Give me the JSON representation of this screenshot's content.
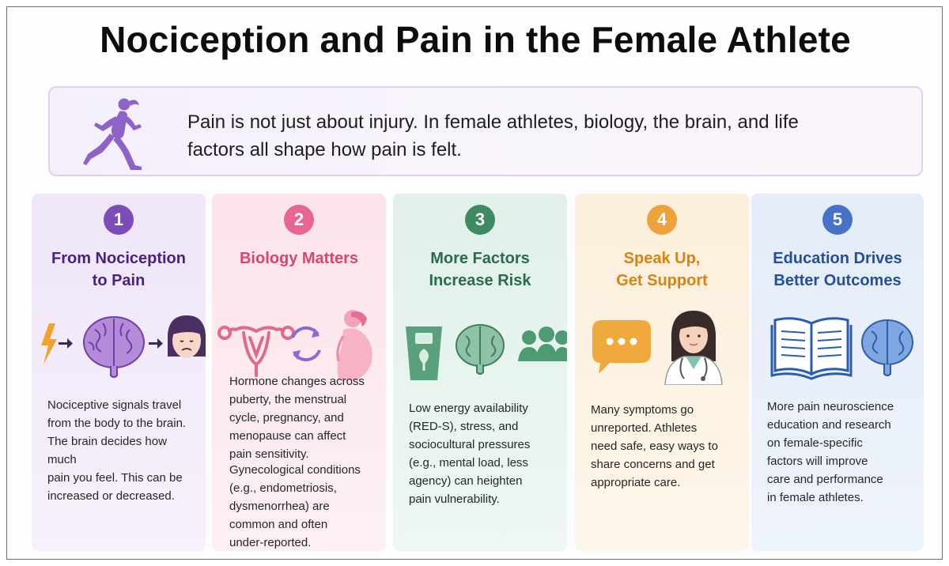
{
  "title": "Nociception and Pain in the Female Athlete",
  "banner": {
    "icon": "runner-icon",
    "text_line1": "Pain is not just about injury. In female athletes, biology, the brain, and life",
    "text_line2": "factors all shape how pain is felt."
  },
  "cards": [
    {
      "number": "1",
      "title_line1": "From Nociception",
      "title_line2": "to Pain",
      "color": "#6c3aa6",
      "icons": [
        "lightning-icon",
        "arrow-right-icon",
        "brain-icon",
        "arrow-right-icon",
        "sad-face-icon"
      ],
      "body": [
        "Nociceptive signals travel",
        "from the body to the brain.",
        "The brain decides how much",
        "pain you feel. This can be",
        "increased or decreased."
      ]
    },
    {
      "number": "2",
      "title_line1": "Biology Matters",
      "title_line2": "",
      "color": "#e3537f",
      "icons": [
        "uterus-icon",
        "cycle-arrows-icon",
        "pregnant-woman-icon"
      ],
      "body": [
        "Hormone changes across",
        "puberty, the menstrual",
        "cycle, pregnancy, and",
        "menopause can affect",
        "pain sensitivity."
      ],
      "body2": [
        "Gynecological conditions",
        "(e.g., endometriosis,",
        "dysmenorrhea) are",
        "common and often",
        "under-reported."
      ]
    },
    {
      "number": "3",
      "title_line1": "More Factors",
      "title_line2": "Increase Risk",
      "color": "#2f7a55",
      "icons": [
        "scale-icon",
        "brain-icon",
        "people-group-icon"
      ],
      "body": [
        "Low energy availability",
        "(RED-S), stress, and",
        "sociocultural pressures",
        "(e.g., mental load, less",
        "agency) can heighten",
        "pain vulnerability."
      ]
    },
    {
      "number": "4",
      "title_line1": "Speak Up,",
      "title_line2": "Get Support",
      "color": "#e0961f",
      "icons": [
        "speech-bubble-icon",
        "doctor-icon"
      ],
      "body": [
        "Many symptoms go",
        "unreported. Athletes",
        "need safe, easy ways to",
        "share concerns and get",
        "appropriate care."
      ]
    },
    {
      "number": "5",
      "title_line1": "Education Drives",
      "title_line2": "Better Outcomes",
      "color": "#2a58b0",
      "icons": [
        "open-book-icon",
        "brain-icon"
      ],
      "body": [
        "More pain neuroscience",
        "education and research",
        "on female-specific",
        "factors will improve",
        "care and performance",
        "in female athletes."
      ]
    }
  ]
}
